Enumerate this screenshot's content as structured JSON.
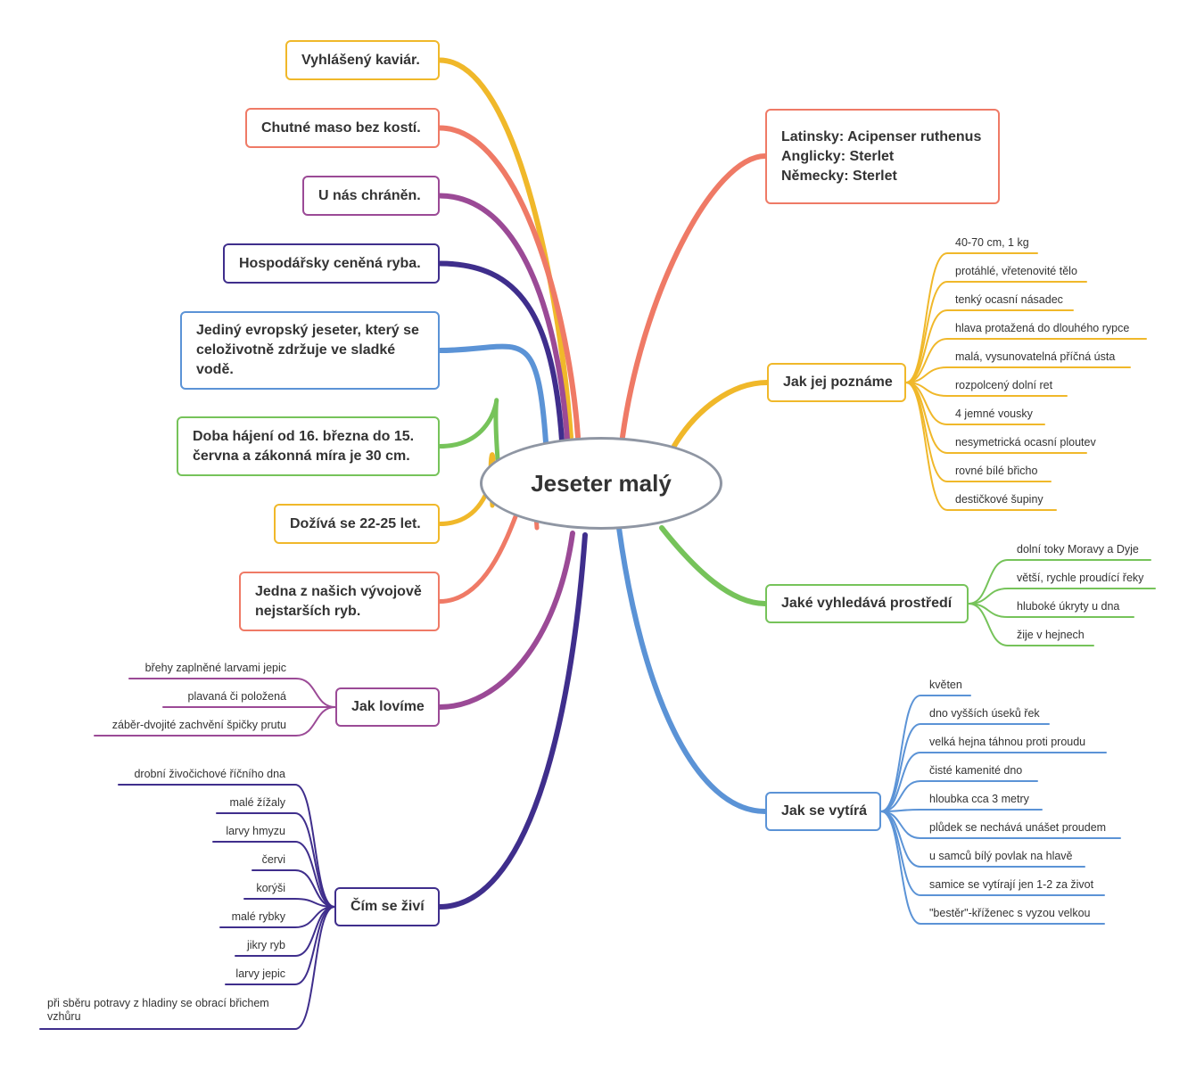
{
  "colors": {
    "orange": "#f0b82a",
    "salmon": "#ef7a66",
    "purple": "#9b4a96",
    "navy": "#3f2e8c",
    "blue": "#5b93d6",
    "green": "#76c35a",
    "center_border": "#8f96a3"
  },
  "center": {
    "label": "Jeseter malý"
  },
  "left_topics": [
    {
      "label": "Vyhlášený kaviár.",
      "color": "orange"
    },
    {
      "label": "Chutné maso bez kostí.",
      "color": "salmon"
    },
    {
      "label": "U nás chráněn.",
      "color": "purple"
    },
    {
      "label": "Hospodářsky ceněná ryba.",
      "color": "navy"
    },
    {
      "label": "Jediný evropský jeseter, který se\nceloživotně zdržuje ve sladké\nvodě.",
      "color": "blue"
    },
    {
      "label": "Doba hájení od 16. března do 15.\nčervna a zákonná míra je 30 cm.",
      "color": "green"
    },
    {
      "label": "Dožívá se 22-25 let.",
      "color": "orange"
    },
    {
      "label": "Jedna z našich vývojově\nnejstarších ryb.",
      "color": "salmon"
    }
  ],
  "names": {
    "label": "Latinsky: Acipenser ruthenus\nAnglicky: Sterlet\nNěmecky: Sterlet",
    "color": "salmon"
  },
  "recognize": {
    "label": "Jak jej poznáme",
    "color": "orange",
    "items": [
      "40-70 cm, 1 kg",
      "protáhlé, vřetenovité tělo",
      "tenký ocasní násadec",
      "hlava protažená do dlouhého rypce",
      "malá, vysunovatelná příčná ústa",
      "rozpolcený dolní ret",
      "4 jemné vousky",
      "nesymetrická ocasní ploutev",
      "rovné bílé břicho",
      "destičkové šupiny"
    ]
  },
  "habitat": {
    "label": "Jaké vyhledává prostředí",
    "color": "green",
    "items": [
      "dolní toky Moravy a Dyje",
      "větší, rychle proudící řeky",
      "hluboké úkryty u dna",
      "žije v hejnech"
    ]
  },
  "spawning": {
    "label": "Jak se vytírá",
    "color": "blue",
    "items": [
      "květen",
      "dno vyšších úseků řek",
      "velká hejna táhnou proti proudu",
      "čisté kamenité dno",
      "hloubka cca 3 metry",
      "plůdek se nechává unášet proudem",
      "u samců bílý povlak na hlavě",
      "samice se vytírají jen 1-2 za život",
      "\"bestěr\"-kříženec s vyzou velkou"
    ]
  },
  "fishing": {
    "label": "Jak lovíme",
    "color": "purple",
    "items": [
      "břehy zaplněné larvami jepic",
      "plavaná či položená",
      "záběr-dvojité zachvění špičky prutu"
    ]
  },
  "food": {
    "label": "Čím se živí",
    "color": "navy",
    "items": [
      "drobní živočichové říčního dna",
      "malé žížaly",
      "larvy hmyzu",
      "červi",
      "korýši",
      "malé rybky",
      "jikry ryb",
      "larvy jepic",
      "při sběru potravy z hladiny se obrací břichem\nvzhůru"
    ]
  }
}
